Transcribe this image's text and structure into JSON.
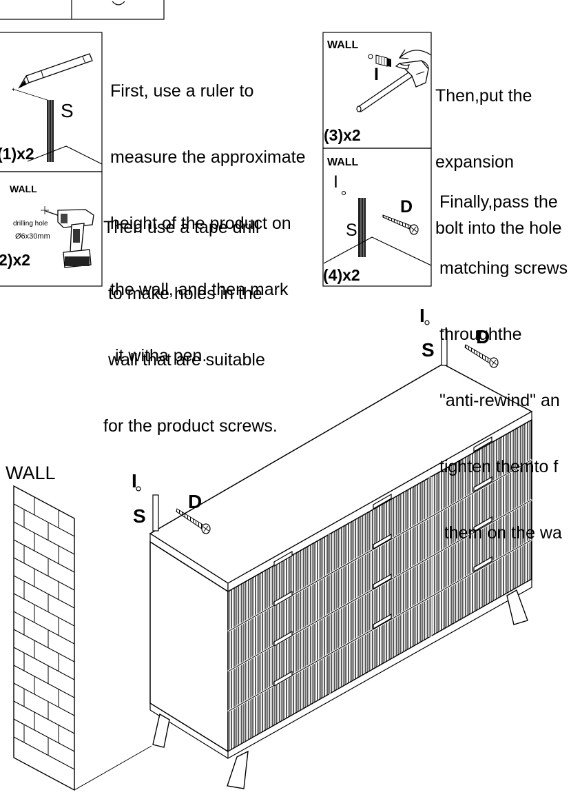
{
  "panels": {
    "step1": {
      "count_label": "(1)x2",
      "part_label": "S",
      "instruction_lines": [
        "First, use a ruler to",
        "measure the approximate",
        "height of the product on",
        "the wall, and then mark",
        " it witha pen."
      ]
    },
    "step2": {
      "count_label": "2)x2",
      "wall_label": "WALL",
      "hole_label": "drilling hole",
      "size_label": "Ø6x30mm",
      "instruction_lines": [
        "Then use a tape drill",
        " to make holes in the",
        " wall that are suitable",
        "for the product screws."
      ]
    },
    "step3": {
      "count_label": "(3)x2",
      "wall_label": "WALL",
      "part_label": "I",
      "instruction_lines": [
        "Then,put the",
        "expansion",
        "bolt into the hole"
      ]
    },
    "step4": {
      "count_label": "(4)x2",
      "wall_label": "WALL",
      "part_i": "I",
      "part_s": "S",
      "part_d": "D",
      "instruction_lines": [
        "Finally,pass the",
        "matching screws",
        "throughthe",
        "\"anti-rewind\" an",
        "tighten themto f",
        " them on the wa"
      ]
    }
  },
  "assembly": {
    "wall_label": "WALL",
    "left": {
      "i": "I",
      "s": "S",
      "d": "D"
    },
    "right": {
      "i": "I",
      "s": "S",
      "d": "D"
    }
  }
}
